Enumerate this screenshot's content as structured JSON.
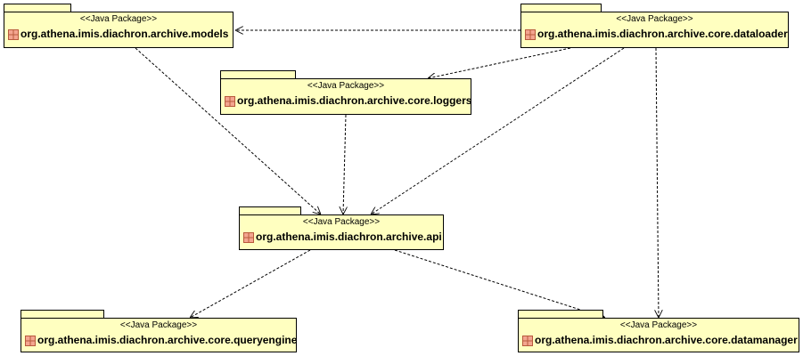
{
  "diagram": {
    "packages": [
      {
        "id": "models",
        "stereotype": "<<Java Package>>",
        "name": "org.athena.imis.diachron.archive.models"
      },
      {
        "id": "dataloader",
        "stereotype": "<<Java Package>>",
        "name": "org.athena.imis.diachron.archive.core.dataloader"
      },
      {
        "id": "loggers",
        "stereotype": "<<Java Package>>",
        "name": "org.athena.imis.diachron.archive.core.loggers"
      },
      {
        "id": "api",
        "stereotype": "<<Java Package>>",
        "name": "org.athena.imis.diachron.archive.api"
      },
      {
        "id": "queryengine",
        "stereotype": "<<Java Package>>",
        "name": "org.athena.imis.diachron.archive.core.queryengine"
      },
      {
        "id": "datamanager",
        "stereotype": "<<Java Package>>",
        "name": "org.athena.imis.diachron.archive.core.datamanager"
      }
    ],
    "dependencies": [
      {
        "from": "dataloader",
        "to": "models"
      },
      {
        "from": "dataloader",
        "to": "loggers"
      },
      {
        "from": "dataloader",
        "to": "api"
      },
      {
        "from": "dataloader",
        "to": "datamanager"
      },
      {
        "from": "models",
        "to": "api"
      },
      {
        "from": "loggers",
        "to": "api"
      },
      {
        "from": "api",
        "to": "queryengine"
      },
      {
        "from": "api",
        "to": "datamanager"
      }
    ],
    "colors": {
      "package_fill": "#ffffc0",
      "package_border": "#000000",
      "icon_fill": "#f3a58f",
      "icon_border": "#b85a3c",
      "connector": "#000000"
    },
    "icon_name": "package-icon"
  }
}
